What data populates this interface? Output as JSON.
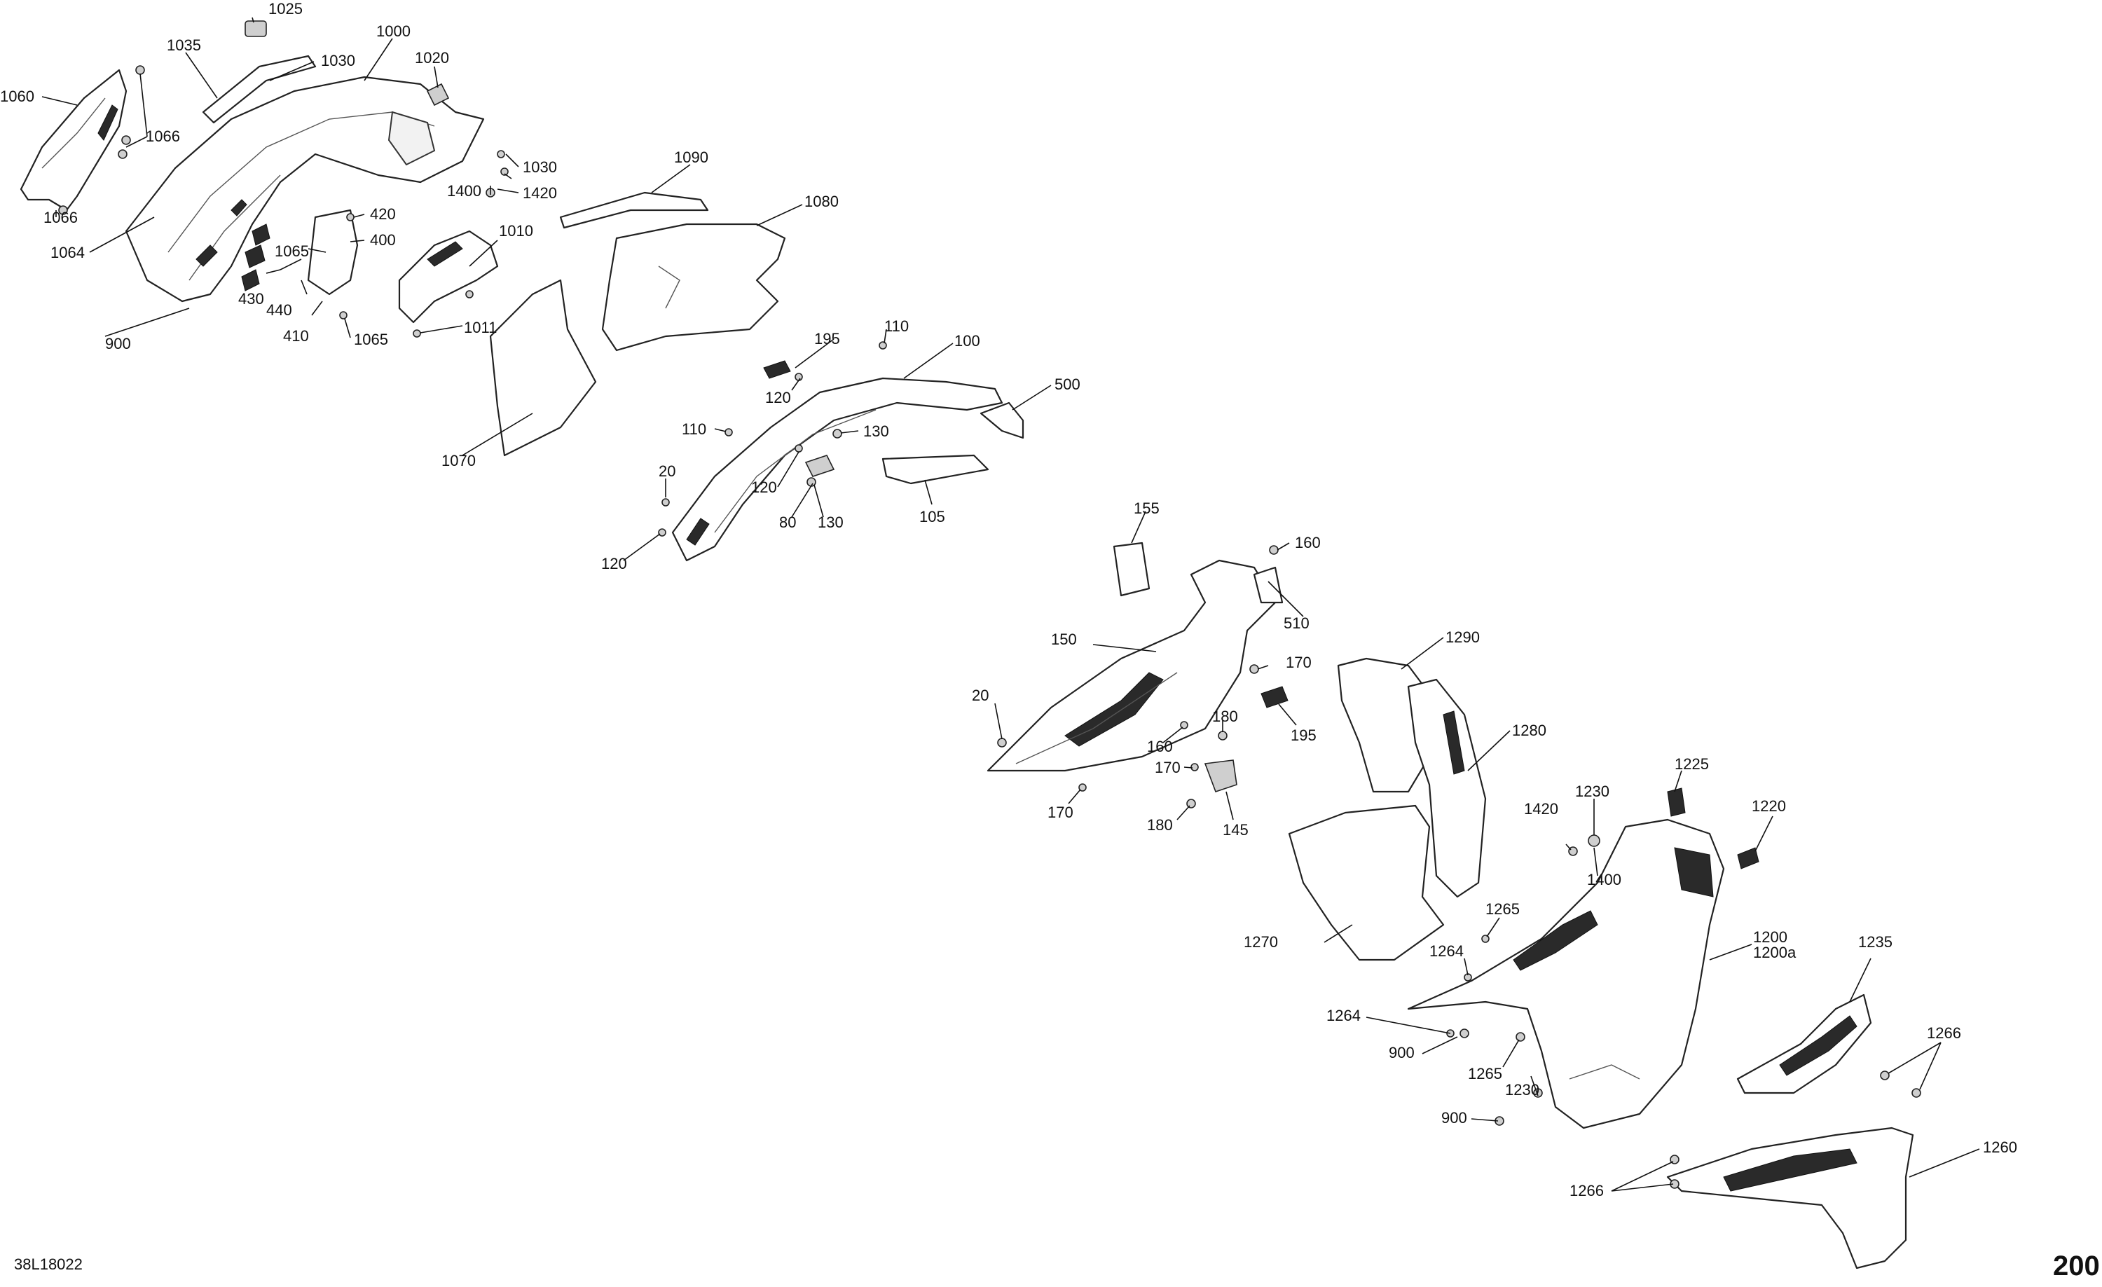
{
  "drawing_code": "38L18022",
  "page_number": "200",
  "callouts": {
    "c1025": "1025",
    "c1035": "1035",
    "c1030a": "1030",
    "c1000": "1000",
    "c1020": "1020",
    "c1060": "1060",
    "c1066a": "1066",
    "c1066b": "1066",
    "c1064": "1064",
    "c1030b": "1030",
    "c1400a": "1400",
    "c1420a": "1420",
    "c420": "420",
    "c400": "400",
    "c1065a": "1065",
    "c430": "430",
    "c440": "440",
    "c410": "410",
    "c1065b": "1065",
    "c900a": "900",
    "c1010": "1010",
    "c1011": "1011",
    "c1070": "1070",
    "c1090": "1090",
    "c1080": "1080",
    "c195a": "195",
    "c110a": "110",
    "c100": "100",
    "c500": "500",
    "c120a": "120",
    "c110b": "110",
    "c130a": "130",
    "c20a": "20",
    "c120b": "120",
    "c80": "80",
    "c130b": "130",
    "c105": "105",
    "c120c": "120",
    "c155": "155",
    "c160a": "160",
    "c510": "510",
    "c150": "150",
    "c170a": "170",
    "c20b": "20",
    "c180a": "180",
    "c195b": "195",
    "c160b": "160",
    "c170b": "170",
    "c170c": "170",
    "c180b": "180",
    "c145": "145",
    "c1290": "1290",
    "c1280": "1280",
    "c1225": "1225",
    "c1230a": "1230",
    "c1420b": "1420",
    "c1220": "1220",
    "c1400b": "1400",
    "c1270": "1270",
    "c1265a": "1265",
    "c1264a": "1264",
    "c1200": "1200",
    "c1200a": "1200a",
    "c1235": "1235",
    "c1264b": "1264",
    "c900b": "900",
    "c1265b": "1265",
    "c1230b": "1230",
    "c1266a": "1266",
    "c900c": "900",
    "c1260": "1260",
    "c1266b": "1266"
  }
}
